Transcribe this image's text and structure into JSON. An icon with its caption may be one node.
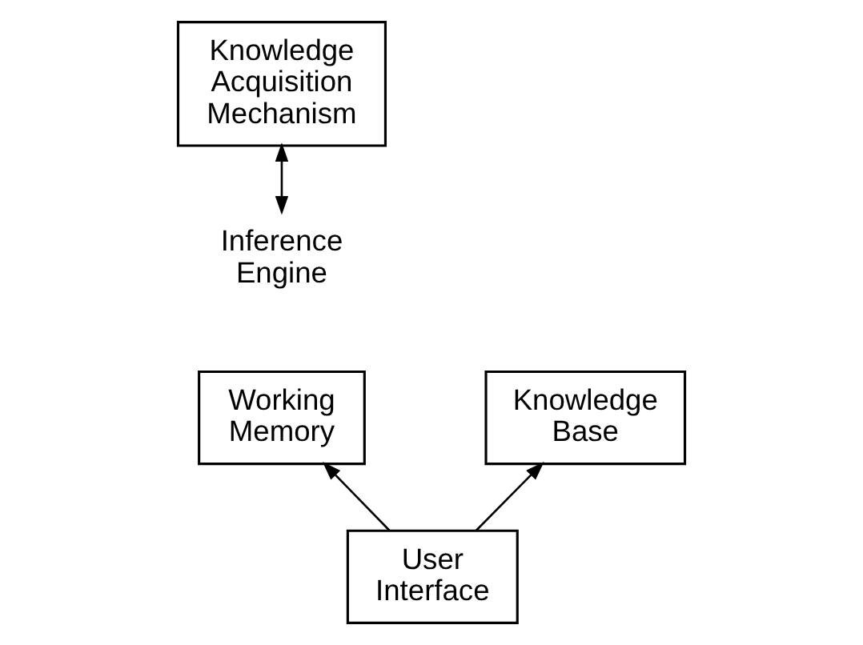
{
  "diagram": {
    "nodes": [
      {
        "text": [
          "Knowledge Acquisition Mechanism"
        ]
      },
      {
        "text": [
          "Inference Engine"
        ]
      },
      {
        "text": [
          "Working Memory"
        ]
      },
      {
        "text": [
          "Knowledge Base"
        ]
      },
      {
        "text": [
          "User Interface"
        ]
      }
    ],
    "edges": [
      {
        "from": 1,
        "to": 0,
        "arrow": "both"
      },
      {
        "from": 4,
        "to": 2,
        "arrow": "to"
      },
      {
        "from": 4,
        "to": 3,
        "arrow": "to"
      }
    ]
  }
}
